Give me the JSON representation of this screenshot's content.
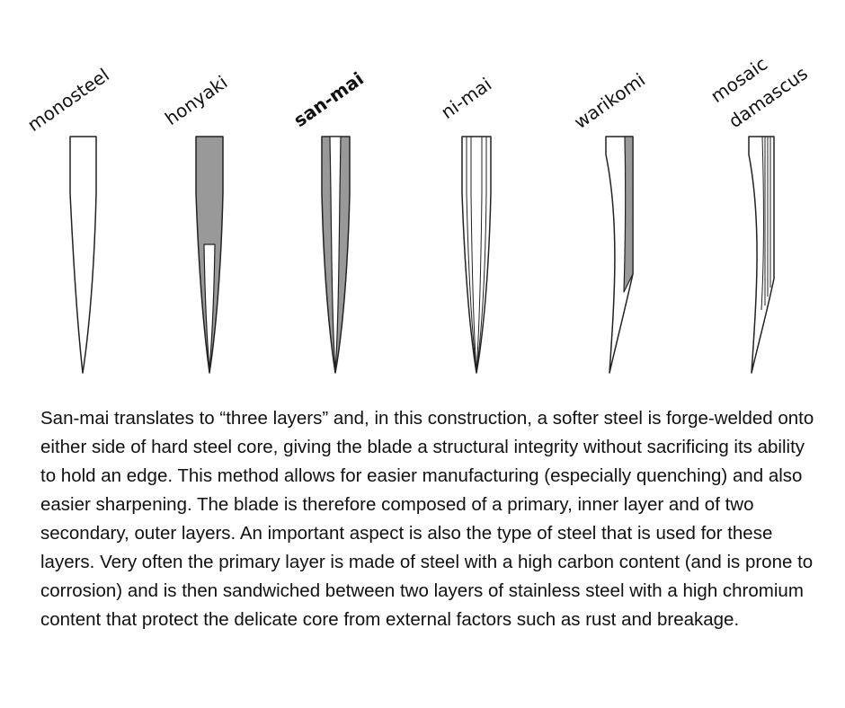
{
  "diagram": {
    "colors": {
      "outline": "#222222",
      "hard_steel": "#999999",
      "soft_steel": "#ffffff"
    },
    "labels": {
      "monosteel": "monosteel",
      "honyaki": "honyaki",
      "sanmai": "san-mai",
      "nimai": "ni-mai",
      "warikomi": "warikomi",
      "mosaic_line1": "mosaic",
      "mosaic_line2": "damascus"
    }
  },
  "caption": {
    "text": "San-mai translates to “three layers” and, in this construction, a softer steel is forge-welded onto either side of hard steel core, giving the blade a structural integrity without sacrificing its ability to hold an edge. This method allows for easier manufacturing (especially quenching) and also easier sharpening. The blade is therefore composed of a primary, inner layer and of two secondary, outer layers. An important aspect is also the type of steel that is used for these layers. Very often the primary layer is made of steel with a high carbon content (and is prone to corrosion) and is then sandwiched between two layers of stainless steel with a high chromium content that protect the delicate core from external factors such as rust and breakage."
  }
}
